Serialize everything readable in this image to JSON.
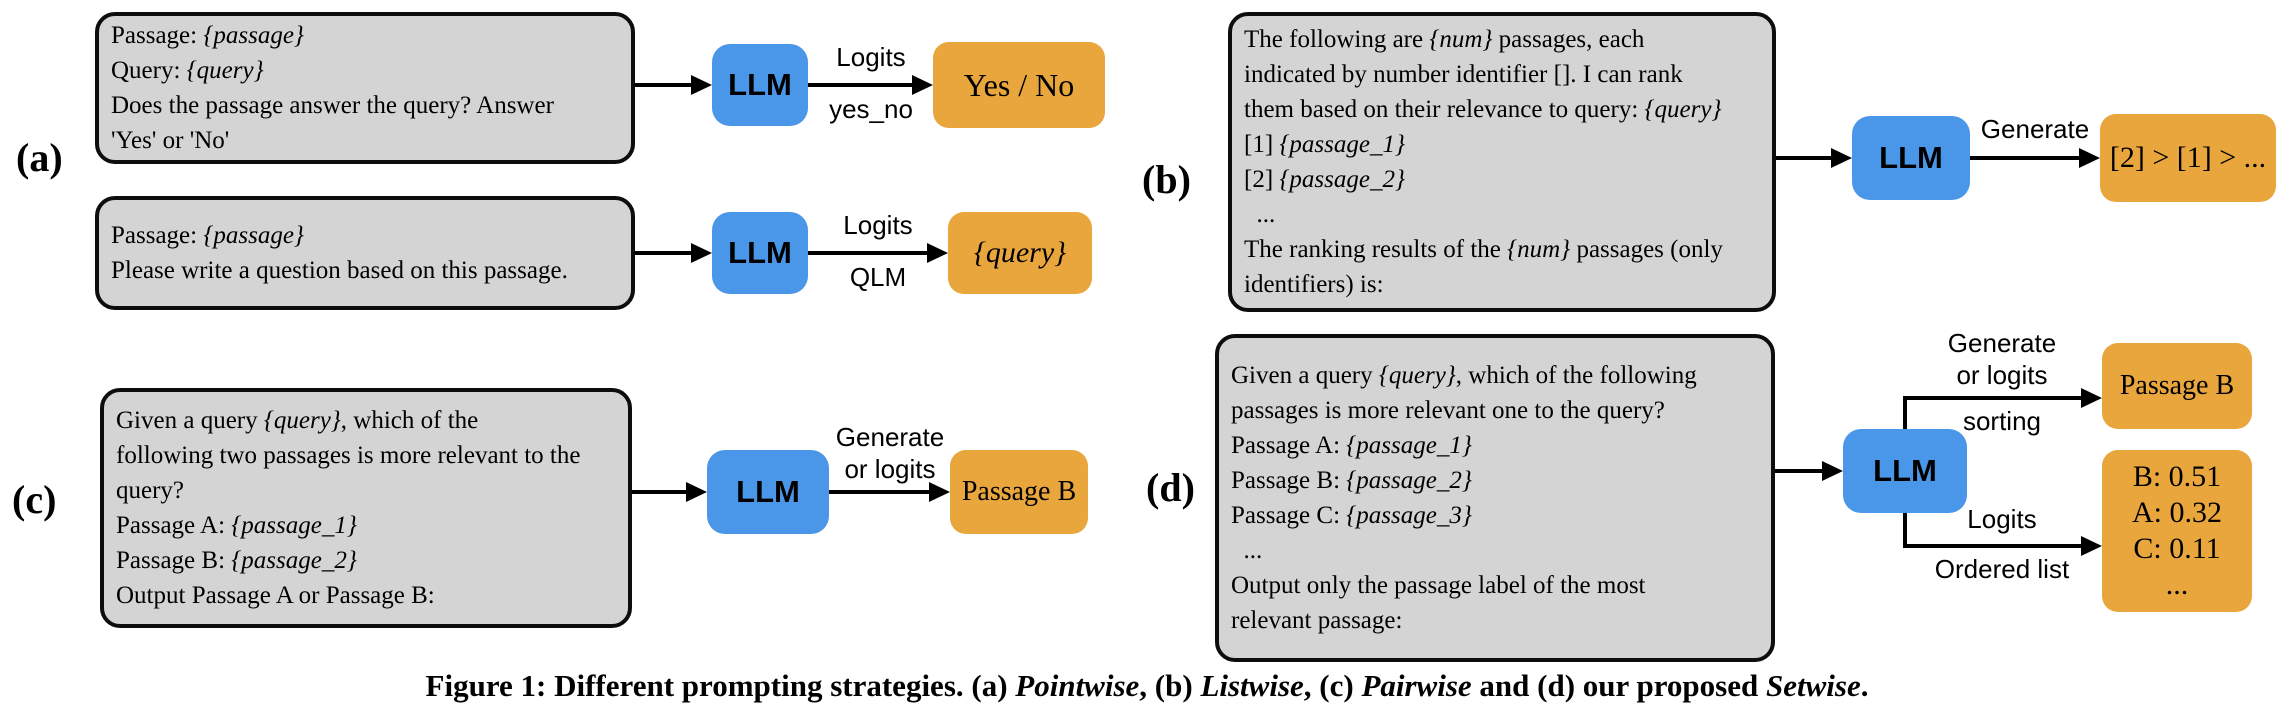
{
  "colors": {
    "llm_blue": "#4a97e9",
    "output_orange": "#e9a63d",
    "prompt_gray": "#d4d4d4",
    "line_black": "#000000"
  },
  "panel_a": {
    "label": "(a)",
    "row1": {
      "prompt_lines": [
        "Passage: {passage}",
        "Query: {query}",
        "Does the passage answer the query? Answer",
        "'Yes' or 'No'"
      ],
      "llm_label": "LLM",
      "arrow_label_top": "Logits",
      "arrow_label_bottom": "yes_no",
      "output": "Yes / No"
    },
    "row2": {
      "prompt_lines": [
        "Passage: {passage}",
        "Please write a question based on this passage."
      ],
      "llm_label": "LLM",
      "arrow_label_top": "Logits",
      "arrow_label_bottom": "QLM",
      "output": "{query}"
    }
  },
  "panel_b": {
    "label": "(b)",
    "prompt_lines": [
      "The following are {num} passages, each",
      "indicated by number identifier []. I can rank",
      "them based on their relevance to query: {query}",
      "[1] {passage_1}",
      "[2] {passage_2}",
      "  ...",
      "The ranking results of the {num} passages (only",
      "identifiers) is:"
    ],
    "llm_label": "LLM",
    "arrow_label_top": "Generate",
    "output": "[2] > [1] > ..."
  },
  "panel_c": {
    "label": "(c)",
    "prompt_lines": [
      "Given a query {query}, which of the",
      "following two passages is more relevant to the",
      "query?",
      "Passage A: {passage_1}",
      "Passage B: {passage_2}",
      "Output Passage A or Passage B:"
    ],
    "llm_label": "LLM",
    "arrow_label_top": "Generate",
    "arrow_label_top2": "or logits",
    "output": "Passage B"
  },
  "panel_d": {
    "label": "(d)",
    "prompt_lines": [
      "Given a query {query}, which of the following",
      "passages is more relevant one to the query?",
      "Passage A: {passage_1}",
      "Passage B: {passage_2}",
      "Passage C: {passage_3}",
      "  ...",
      "Output only the passage label of the most",
      "relevant passage:"
    ],
    "llm_label": "LLM",
    "branch_top": {
      "label_line1": "Generate",
      "label_line2": "or logits",
      "label_below": "sorting",
      "output": "Passage B"
    },
    "branch_bottom": {
      "label_line1": "Logits",
      "label_below": "Ordered list",
      "output_lines": [
        "B: 0.51",
        "A: 0.32",
        "C: 0.11",
        "..."
      ]
    }
  },
  "caption": {
    "segments": [
      {
        "text": "Figure 1: Different prompting strategies. (a) "
      },
      {
        "text": "Pointwise"
      },
      {
        "text": ", (b) "
      },
      {
        "text": "Listwise"
      },
      {
        "text": ", (c) "
      },
      {
        "text": "Pairwise"
      },
      {
        "text": " and (d) our proposed "
      },
      {
        "text": "Setwise"
      },
      {
        "text": "."
      }
    ]
  }
}
